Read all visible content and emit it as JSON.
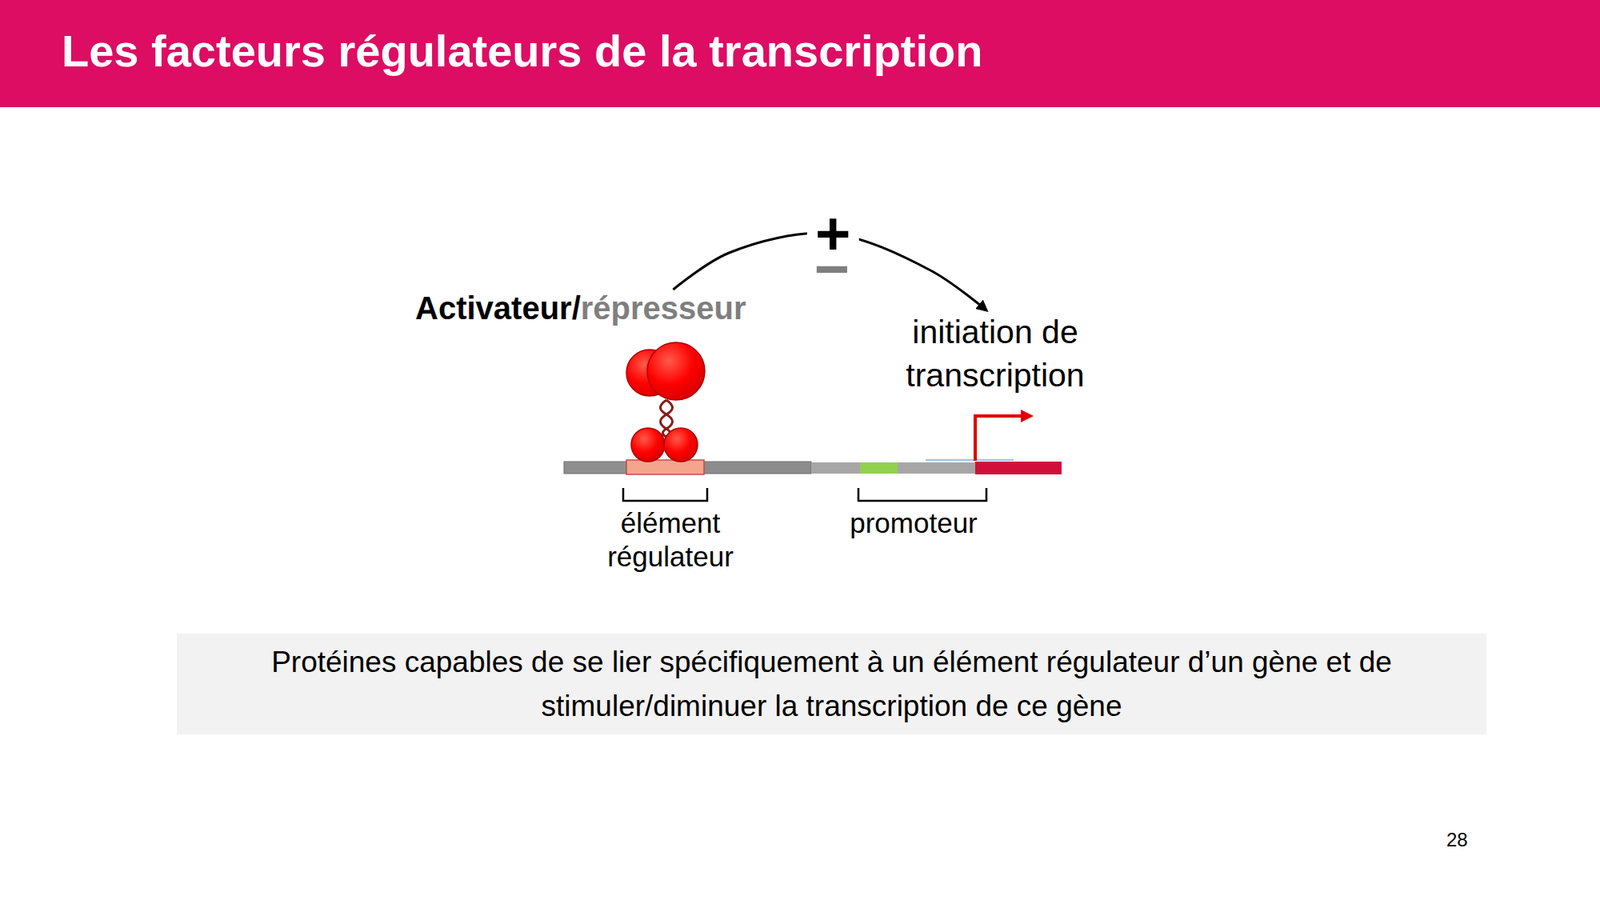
{
  "diagram": {
    "title": "Les facteurs régulateurs de la transcription",
    "nodes": [
      {
        "text": [
          "Activateur/",
          "répresseur"
        ]
      },
      {
        "text": [
          "initiation de transcription"
        ]
      },
      {
        "text": [
          "Protéines capables de se lier spécifiquement à un élément régulateur d’un gène et de stimuler/diminuer la transcription de ce gène"
        ]
      }
    ],
    "edges": [
      {
        "from": 0,
        "to": 1,
        "arrow": "to",
        "label": "+"
      }
    ],
    "labels": [
      "−",
      "élément régulateur",
      "promoteur",
      "28"
    ]
  }
}
